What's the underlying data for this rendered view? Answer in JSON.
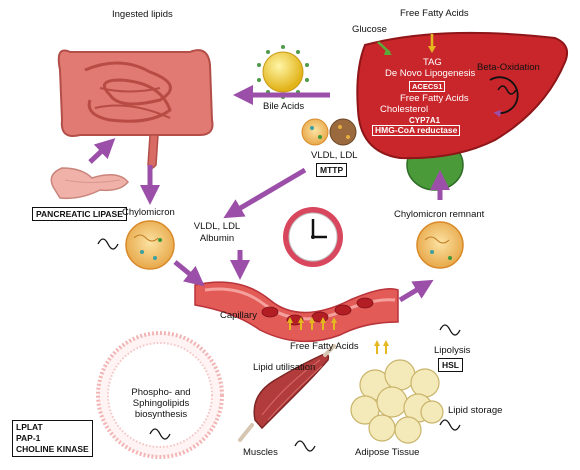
{
  "labels": {
    "ingested_lipids": "Ingested lipids",
    "glucose": "Glucose",
    "free_fatty_acids_top": "Free Fatty Acids",
    "tag": "TAG",
    "de_novo": "De Novo Lipogenesis",
    "acecs1": "ACECS1",
    "free_fatty_acids_liver": "Free Fatty Acids",
    "cholesterol": "Cholesterol",
    "cyp7a1": "CYP7A1",
    "hmgcoa": "HMG-CoA reductase",
    "beta_oxidation": "Beta-Oxidation",
    "bile_acids": "Bile Acids",
    "vldl_ldl_top": "VLDL, LDL",
    "mttp": "MTTP",
    "pancreatic_lipase": "PANCREATIC LIPASE",
    "chylomicron": "Chylomicron",
    "vldl_ldl_albumin_1": "VLDL, LDL",
    "vldl_ldl_albumin_2": "Albumin",
    "chylomicron_remnant": "Chylomicron remnant",
    "capillary": "Capillary",
    "free_fatty_acids_cap": "Free Fatty Acids",
    "lipolysis": "Lipolysis",
    "hsl": "HSL",
    "lipid_utilisation": "Lipid utilisation",
    "phospho_1": "Phospho- and",
    "phospho_2": "Sphingolipids",
    "phospho_3": "biosynthesis",
    "lipid_storage": "Lipid storage",
    "muscles": "Muscles",
    "adipose_tissue": "Adipose Tissue",
    "enzymes": [
      "LPLAT",
      "PAP-1",
      "CHOLINE KINASE"
    ]
  },
  "icons": [
    "intestine-icon",
    "pancreas-icon",
    "liver-icon",
    "clock-icon",
    "muscle-icon",
    "adipose-icon",
    "lipoprotein-icon",
    "cell-membrane-icon",
    "capillary-icon",
    "circadian-wave-icon"
  ],
  "colors": {
    "arrow": "#9b4fa8",
    "liver": "#c8262a",
    "intestine": "#e07a72",
    "glucose_arrow": "#5aaa3a",
    "ffa_arrow": "#e5b820",
    "lipoprotein": "#f2c46c",
    "adipose": "#f4e9b8",
    "clock_ring": "#d8475e"
  }
}
